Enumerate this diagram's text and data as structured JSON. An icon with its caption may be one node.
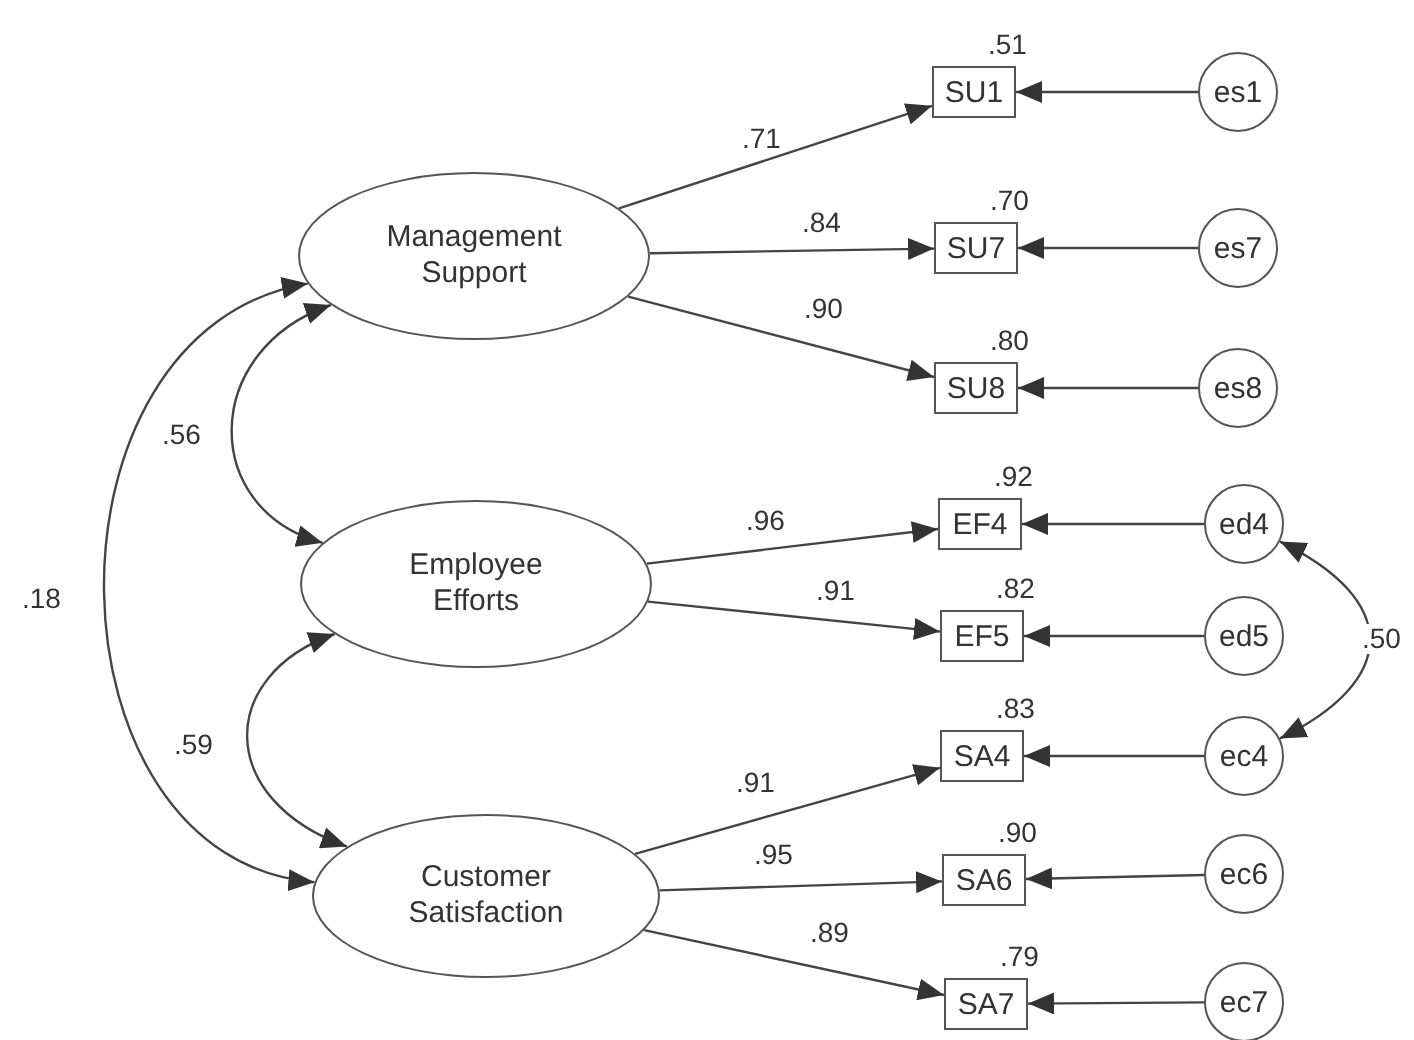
{
  "diagram": {
    "nodes": [
      {
        "text": [
          "Management Support"
        ]
      },
      {
        "text": [
          "Employee Efforts"
        ]
      },
      {
        "text": [
          "Customer Satisfaction"
        ]
      },
      {
        "text": [
          "SU1"
        ],
        "beside": [
          ".51"
        ]
      },
      {
        "text": [
          "es1"
        ]
      },
      {
        "text": [
          "SU7"
        ],
        "beside": [
          ".70"
        ]
      },
      {
        "text": [
          "es7"
        ]
      },
      {
        "text": [
          "SU8"
        ],
        "beside": [
          ".80"
        ]
      },
      {
        "text": [
          "es8"
        ]
      },
      {
        "text": [
          "EF4"
        ],
        "beside": [
          ".92"
        ]
      },
      {
        "text": [
          "ed4"
        ]
      },
      {
        "text": [
          "EF5"
        ],
        "beside": [
          ".82"
        ]
      },
      {
        "text": [
          "ed5"
        ]
      },
      {
        "text": [
          "SA4"
        ],
        "beside": [
          ".83"
        ]
      },
      {
        "text": [
          "ec4"
        ]
      },
      {
        "text": [
          "SA6"
        ],
        "beside": [
          ".90"
        ]
      },
      {
        "text": [
          "ec6"
        ]
      },
      {
        "text": [
          "SA7"
        ],
        "beside": [
          ".79"
        ]
      },
      {
        "text": [
          "ec7"
        ]
      }
    ],
    "edges": [
      {
        "from": 0,
        "to": 3,
        "arrow": "to",
        "label": ".71"
      },
      {
        "from": 0,
        "to": 5,
        "arrow": "to",
        "label": ".84"
      },
      {
        "from": 0,
        "to": 7,
        "arrow": "to",
        "label": ".90"
      },
      {
        "from": 1,
        "to": 9,
        "arrow": "to",
        "label": ".96"
      },
      {
        "from": 1,
        "to": 11,
        "arrow": "to",
        "label": ".91"
      },
      {
        "from": 2,
        "to": 13,
        "arrow": "to",
        "label": ".91"
      },
      {
        "from": 2,
        "to": 15,
        "arrow": "to",
        "label": ".95"
      },
      {
        "from": 2,
        "to": 17,
        "arrow": "to",
        "label": ".89"
      },
      {
        "from": 4,
        "to": 3,
        "arrow": "to"
      },
      {
        "from": 6,
        "to": 5,
        "arrow": "to"
      },
      {
        "from": 8,
        "to": 7,
        "arrow": "to"
      },
      {
        "from": 10,
        "to": 9,
        "arrow": "to"
      },
      {
        "from": 12,
        "to": 11,
        "arrow": "to"
      },
      {
        "from": 14,
        "to": 13,
        "arrow": "to"
      },
      {
        "from": 16,
        "to": 15,
        "arrow": "to"
      },
      {
        "from": 18,
        "to": 17,
        "arrow": "to"
      },
      {
        "from": 0,
        "to": 1,
        "arrow": "both",
        "label": ".56"
      },
      {
        "from": 1,
        "to": 2,
        "arrow": "both",
        "label": ".59"
      },
      {
        "from": 0,
        "to": 2,
        "arrow": "both",
        "label": ".18"
      },
      {
        "from": 10,
        "to": 14,
        "arrow": "both",
        "label": ".50"
      }
    ]
  }
}
